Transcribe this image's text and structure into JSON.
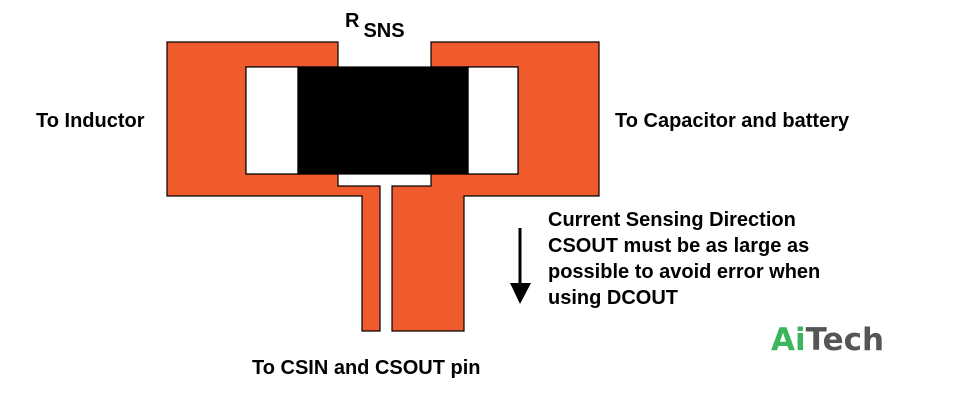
{
  "diagram": {
    "rsns_label": {
      "main": "R",
      "sub": "SNS"
    },
    "left_label": "To Inductor",
    "right_label": "To Capacitor and battery",
    "bottom_label": "To CSIN and CSOUT pin",
    "note_lines": [
      "Current Sensing Direction",
      "CSOUT must be as large as",
      "possible to avoid error when",
      "using DCOUT"
    ],
    "arrow_direction": "down",
    "colors": {
      "copper": "#EF5B2C",
      "resistor_body": "#000000",
      "terminal": "#ffffff",
      "outline": "#000000"
    }
  },
  "watermark": {
    "part1": "Ai",
    "part2": "Tech",
    "colors": {
      "part1": "#3DB55E",
      "part2": "#555555"
    }
  }
}
